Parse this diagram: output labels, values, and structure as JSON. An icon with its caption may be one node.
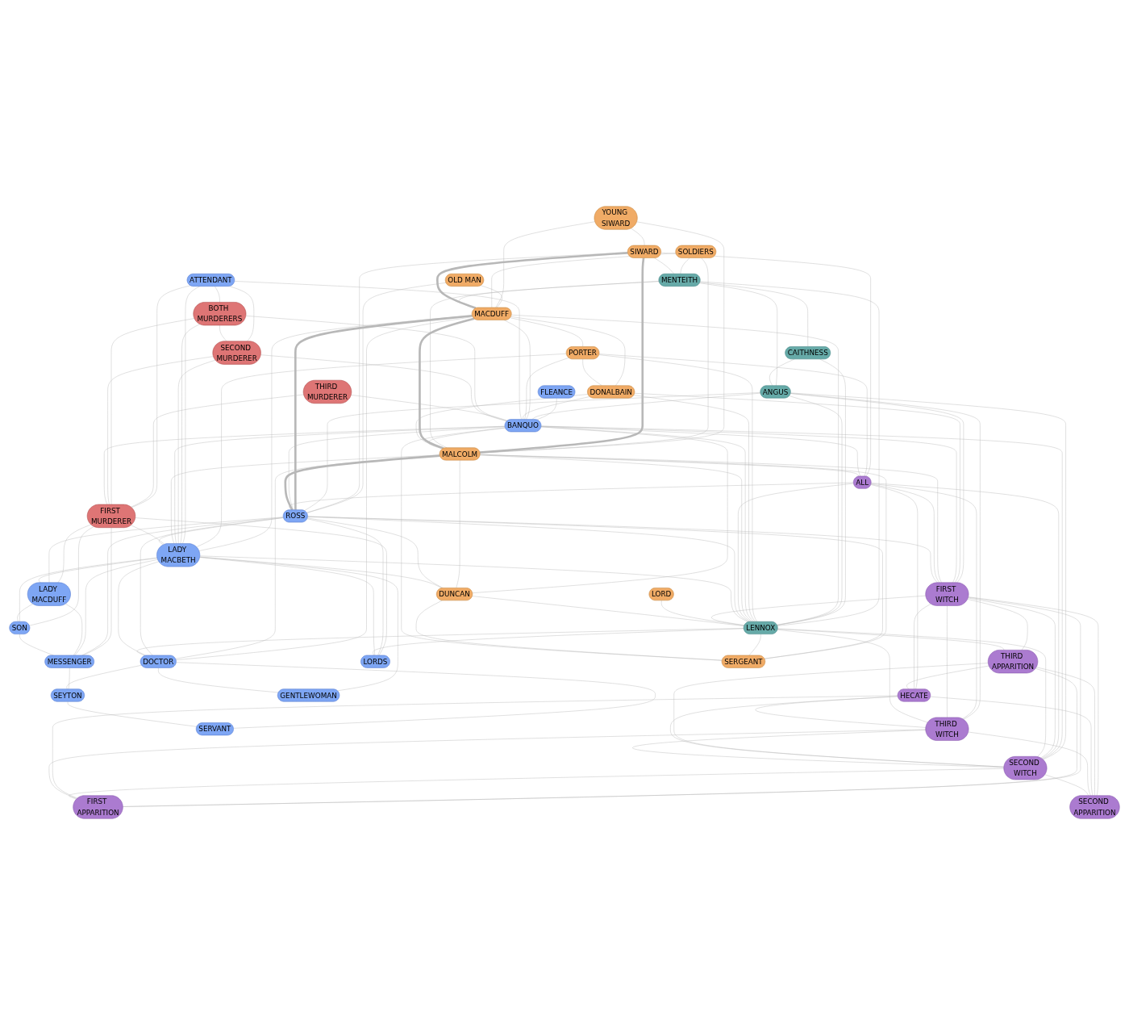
{
  "diagram": {
    "nodes": [
      {
        "text": [
          "OLD MAN"
        ]
      },
      {
        "text": [
          "FLEANCE"
        ]
      },
      {
        "text": [
          "YOUNG SIWARD"
        ]
      },
      {
        "text": [
          "SOLDIERS"
        ]
      },
      {
        "text": [
          "PORTER"
        ]
      },
      {
        "text": [
          "SIWARD"
        ]
      },
      {
        "text": [
          "MACDUFF"
        ]
      },
      {
        "text": [
          "DONALBAIN"
        ]
      },
      {
        "text": [
          "ATTENDANT"
        ]
      },
      {
        "text": [
          "THIRD MURDERER"
        ]
      },
      {
        "text": [
          "MENTEITH"
        ]
      },
      {
        "text": [
          "BOTH MURDERERS"
        ]
      },
      {
        "text": [
          "BANQUO"
        ]
      },
      {
        "text": [
          "MALCOLM"
        ]
      },
      {
        "text": [
          "SECOND MURDERER"
        ]
      },
      {
        "text": [
          "CAITHNESS"
        ]
      },
      {
        "text": [
          "ANGUS"
        ]
      },
      {
        "text": [
          "FIRST MURDERER"
        ]
      },
      {
        "text": [
          "ALL"
        ]
      },
      {
        "text": [
          "ROSS"
        ]
      },
      {
        "text": [
          "LADY MACBETH"
        ]
      },
      {
        "text": [
          "LADY MACDUFF"
        ]
      },
      {
        "text": [
          "FIRST WITCH"
        ]
      },
      {
        "text": [
          "LENNOX"
        ]
      },
      {
        "text": [
          "THIRD APPARITION"
        ]
      },
      {
        "text": [
          "SON"
        ]
      },
      {
        "text": [
          "MESSENGER"
        ]
      },
      {
        "text": [
          "HECATE"
        ]
      },
      {
        "text": [
          "THIRD WITCH"
        ]
      },
      {
        "text": [
          "LORDS"
        ]
      },
      {
        "text": [
          "SECOND WITCH"
        ]
      },
      {
        "text": [
          "SECOND APPARITION"
        ]
      },
      {
        "text": [
          "DOCTOR"
        ]
      },
      {
        "text": [
          "DUNCAN"
        ]
      },
      {
        "text": [
          "LORD"
        ]
      },
      {
        "text": [
          "GENTLEWOMAN"
        ]
      },
      {
        "text": [
          "FIRST APPARITION"
        ]
      },
      {
        "text": [
          "SEYTON"
        ]
      },
      {
        "text": [
          "SERGEANT"
        ]
      },
      {
        "text": [
          "SERVANT"
        ]
      }
    ],
    "edges": [
      {
        "from": 0,
        "to": 6,
        "arrow": "none"
      },
      {
        "from": 0,
        "to": 19,
        "arrow": "none"
      },
      {
        "from": 1,
        "to": 12,
        "arrow": "none"
      },
      {
        "from": 2,
        "to": 5,
        "arrow": "none"
      },
      {
        "from": 2,
        "to": 6,
        "arrow": "none"
      },
      {
        "from": 2,
        "to": 13,
        "arrow": "none"
      },
      {
        "from": 3,
        "to": 10,
        "arrow": "none"
      },
      {
        "from": 3,
        "to": 13,
        "arrow": "none"
      },
      {
        "from": 3,
        "to": 6,
        "arrow": "none"
      },
      {
        "from": 5,
        "to": 6,
        "arrow": "none",
        "style": "thick"
      },
      {
        "from": 5,
        "to": 13,
        "arrow": "none",
        "style": "thick"
      },
      {
        "from": 5,
        "to": 10,
        "arrow": "none"
      },
      {
        "from": 5,
        "to": 18,
        "arrow": "none"
      },
      {
        "from": 5,
        "to": 19,
        "arrow": "none"
      },
      {
        "from": 10,
        "to": 6,
        "arrow": "none"
      },
      {
        "from": 10,
        "to": 13,
        "arrow": "none"
      },
      {
        "from": 10,
        "to": 15,
        "arrow": "none"
      },
      {
        "from": 10,
        "to": 16,
        "arrow": "none"
      },
      {
        "from": 10,
        "to": 23,
        "arrow": "none"
      },
      {
        "from": 15,
        "to": 16,
        "arrow": "none"
      },
      {
        "from": 15,
        "to": 23,
        "arrow": "none"
      },
      {
        "from": 16,
        "to": 12,
        "arrow": "none"
      },
      {
        "from": 16,
        "to": 19,
        "arrow": "none"
      },
      {
        "from": 16,
        "to": 22,
        "arrow": "none"
      },
      {
        "from": 16,
        "to": 23,
        "arrow": "none"
      },
      {
        "from": 16,
        "to": 28,
        "arrow": "none"
      },
      {
        "from": 16,
        "to": 30,
        "arrow": "none"
      },
      {
        "from": 6,
        "to": 4,
        "arrow": "none"
      },
      {
        "from": 6,
        "to": 7,
        "arrow": "none"
      },
      {
        "from": 6,
        "to": 13,
        "arrow": "none",
        "style": "thick"
      },
      {
        "from": 6,
        "to": 12,
        "arrow": "none"
      },
      {
        "from": 6,
        "to": 19,
        "arrow": "none",
        "style": "thick"
      },
      {
        "from": 6,
        "to": 20,
        "arrow": "none"
      },
      {
        "from": 6,
        "to": 32,
        "arrow": "none"
      },
      {
        "from": 6,
        "to": 23,
        "arrow": "none"
      },
      {
        "from": 4,
        "to": 7,
        "arrow": "none"
      },
      {
        "from": 4,
        "to": 12,
        "arrow": "none"
      },
      {
        "from": 4,
        "to": 20,
        "arrow": "none"
      },
      {
        "from": 4,
        "to": 23,
        "arrow": "none"
      },
      {
        "from": 4,
        "to": 18,
        "arrow": "none"
      },
      {
        "from": 7,
        "to": 12,
        "arrow": "none"
      },
      {
        "from": 7,
        "to": 13,
        "arrow": "none"
      },
      {
        "from": 7,
        "to": 23,
        "arrow": "none"
      },
      {
        "from": 7,
        "to": 22,
        "arrow": "none"
      },
      {
        "from": 8,
        "to": 12,
        "arrow": "none"
      },
      {
        "from": 8,
        "to": 20,
        "arrow": "none"
      },
      {
        "from": 8,
        "to": 17,
        "arrow": "none"
      },
      {
        "from": 8,
        "to": 14,
        "arrow": "none"
      },
      {
        "from": 8,
        "to": 11,
        "arrow": "none"
      },
      {
        "from": 9,
        "to": 17,
        "arrow": "none"
      },
      {
        "from": 9,
        "to": 12,
        "arrow": "none"
      },
      {
        "from": 11,
        "to": 12,
        "arrow": "none"
      },
      {
        "from": 11,
        "to": 14,
        "arrow": "none"
      },
      {
        "from": 11,
        "to": 17,
        "arrow": "none"
      },
      {
        "from": 11,
        "to": 20,
        "arrow": "none"
      },
      {
        "from": 14,
        "to": 12,
        "arrow": "none"
      },
      {
        "from": 14,
        "to": 17,
        "arrow": "none"
      },
      {
        "from": 14,
        "to": 20,
        "arrow": "none"
      },
      {
        "from": 12,
        "to": 13,
        "arrow": "none"
      },
      {
        "from": 12,
        "to": 19,
        "arrow": "none"
      },
      {
        "from": 12,
        "to": 20,
        "arrow": "none"
      },
      {
        "from": 12,
        "to": 17,
        "arrow": "none"
      },
      {
        "from": 12,
        "to": 23,
        "arrow": "none"
      },
      {
        "from": 12,
        "to": 18,
        "arrow": "none"
      },
      {
        "from": 12,
        "to": 22,
        "arrow": "none"
      },
      {
        "from": 12,
        "to": 33,
        "arrow": "none"
      },
      {
        "from": 12,
        "to": 30,
        "arrow": "none"
      },
      {
        "from": 13,
        "to": 19,
        "arrow": "none",
        "style": "thick"
      },
      {
        "from": 13,
        "to": 20,
        "arrow": "none"
      },
      {
        "from": 13,
        "to": 23,
        "arrow": "none"
      },
      {
        "from": 13,
        "to": 33,
        "arrow": "none"
      },
      {
        "from": 13,
        "to": 38,
        "arrow": "none"
      },
      {
        "from": 13,
        "to": 18,
        "arrow": "none"
      },
      {
        "from": 13,
        "to": 32,
        "arrow": "none"
      },
      {
        "from": 13,
        "to": 22,
        "arrow": "none"
      },
      {
        "from": 17,
        "to": 20,
        "arrow": "none"
      },
      {
        "from": 17,
        "to": 21,
        "arrow": "none"
      },
      {
        "from": 17,
        "to": 25,
        "arrow": "none"
      },
      {
        "from": 17,
        "to": 26,
        "arrow": "none"
      },
      {
        "from": 17,
        "to": 29,
        "arrow": "none"
      },
      {
        "from": 18,
        "to": 19,
        "arrow": "none"
      },
      {
        "from": 18,
        "to": 23,
        "arrow": "none"
      },
      {
        "from": 18,
        "to": 22,
        "arrow": "none"
      },
      {
        "from": 18,
        "to": 28,
        "arrow": "none"
      },
      {
        "from": 18,
        "to": 30,
        "arrow": "none"
      },
      {
        "from": 18,
        "to": 27,
        "arrow": "none"
      },
      {
        "from": 19,
        "to": 20,
        "arrow": "none"
      },
      {
        "from": 19,
        "to": 23,
        "arrow": "none"
      },
      {
        "from": 19,
        "to": 22,
        "arrow": "none"
      },
      {
        "from": 19,
        "to": 33,
        "arrow": "none"
      },
      {
        "from": 19,
        "to": 32,
        "arrow": "none"
      },
      {
        "from": 19,
        "to": 38,
        "arrow": "none"
      },
      {
        "from": 19,
        "to": 26,
        "arrow": "none"
      },
      {
        "from": 19,
        "to": 21,
        "arrow": "none"
      },
      {
        "from": 19,
        "to": 29,
        "arrow": "none"
      },
      {
        "from": 20,
        "to": 21,
        "arrow": "none"
      },
      {
        "from": 20,
        "to": 26,
        "arrow": "none"
      },
      {
        "from": 20,
        "to": 25,
        "arrow": "none"
      },
      {
        "from": 20,
        "to": 29,
        "arrow": "none"
      },
      {
        "from": 20,
        "to": 32,
        "arrow": "none"
      },
      {
        "from": 20,
        "to": 35,
        "arrow": "none"
      },
      {
        "from": 20,
        "to": 23,
        "arrow": "none"
      },
      {
        "from": 20,
        "to": 33,
        "arrow": "none"
      },
      {
        "from": 21,
        "to": 25,
        "arrow": "none"
      },
      {
        "from": 21,
        "to": 26,
        "arrow": "none"
      },
      {
        "from": 25,
        "to": 26,
        "arrow": "none"
      },
      {
        "from": 26,
        "to": 37,
        "arrow": "none"
      },
      {
        "from": 22,
        "to": 23,
        "arrow": "none"
      },
      {
        "from": 22,
        "to": 24,
        "arrow": "none"
      },
      {
        "from": 22,
        "to": 27,
        "arrow": "none"
      },
      {
        "from": 22,
        "to": 28,
        "arrow": "none"
      },
      {
        "from": 22,
        "to": 30,
        "arrow": "none"
      },
      {
        "from": 22,
        "to": 31,
        "arrow": "none"
      },
      {
        "from": 22,
        "to": 36,
        "arrow": "none"
      },
      {
        "from": 23,
        "to": 24,
        "arrow": "none"
      },
      {
        "from": 23,
        "to": 28,
        "arrow": "none"
      },
      {
        "from": 23,
        "to": 30,
        "arrow": "none"
      },
      {
        "from": 23,
        "to": 38,
        "arrow": "none"
      },
      {
        "from": 23,
        "to": 29,
        "arrow": "none"
      },
      {
        "from": 23,
        "to": 32,
        "arrow": "none"
      },
      {
        "from": 24,
        "to": 27,
        "arrow": "none"
      },
      {
        "from": 24,
        "to": 30,
        "arrow": "none"
      },
      {
        "from": 24,
        "to": 31,
        "arrow": "none"
      },
      {
        "from": 24,
        "to": 36,
        "arrow": "none"
      },
      {
        "from": 27,
        "to": 28,
        "arrow": "none"
      },
      {
        "from": 27,
        "to": 30,
        "arrow": "none"
      },
      {
        "from": 27,
        "to": 36,
        "arrow": "none"
      },
      {
        "from": 27,
        "to": 31,
        "arrow": "none"
      },
      {
        "from": 28,
        "to": 30,
        "arrow": "none"
      },
      {
        "from": 28,
        "to": 36,
        "arrow": "none"
      },
      {
        "from": 28,
        "to": 31,
        "arrow": "none"
      },
      {
        "from": 30,
        "to": 31,
        "arrow": "none"
      },
      {
        "from": 30,
        "to": 36,
        "arrow": "none"
      },
      {
        "from": 34,
        "to": 23,
        "arrow": "none"
      },
      {
        "from": 32,
        "to": 35,
        "arrow": "none"
      },
      {
        "from": 32,
        "to": 37,
        "arrow": "none"
      },
      {
        "from": 32,
        "to": 39,
        "arrow": "none"
      },
      {
        "from": 37,
        "to": 39,
        "arrow": "none"
      },
      {
        "from": 33,
        "to": 38,
        "arrow": "none"
      },
      {
        "from": 33,
        "to": 23,
        "arrow": "none"
      },
      {
        "from": 38,
        "to": 12,
        "arrow": "none"
      }
    ]
  }
}
